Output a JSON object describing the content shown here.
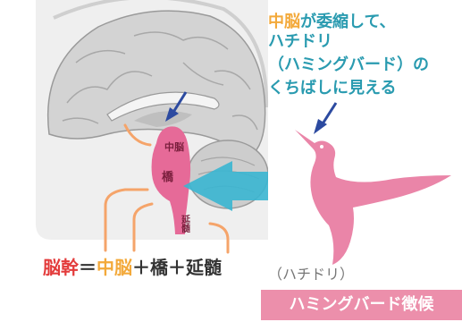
{
  "caption": {
    "line1_highlight": "中脳",
    "line1_rest": "が委縮して、",
    "line2": "ハチドリ",
    "line3": "（ハミングバード）の",
    "line4": "くちばしに見える"
  },
  "diagram_labels": {
    "midbrain": "中脳",
    "pons": "橋",
    "medulla": "延髄"
  },
  "formula": {
    "brainstem": "脳幹",
    "equals": "＝",
    "midbrain": "中脳",
    "rest": "＋橋＋延髄"
  },
  "hummingbird_label": "（ハチドリ）",
  "banner": "ハミングバード徴候",
  "colors": {
    "brainstem_pink": "#e66a98",
    "hummingbird_pink": "#ea85a8",
    "big_arrow": "#3ab6d2",
    "pointer_arrow": "#2c4aa0",
    "callout_orange": "#f5a46a",
    "banner_bg": "#ec8fab"
  }
}
